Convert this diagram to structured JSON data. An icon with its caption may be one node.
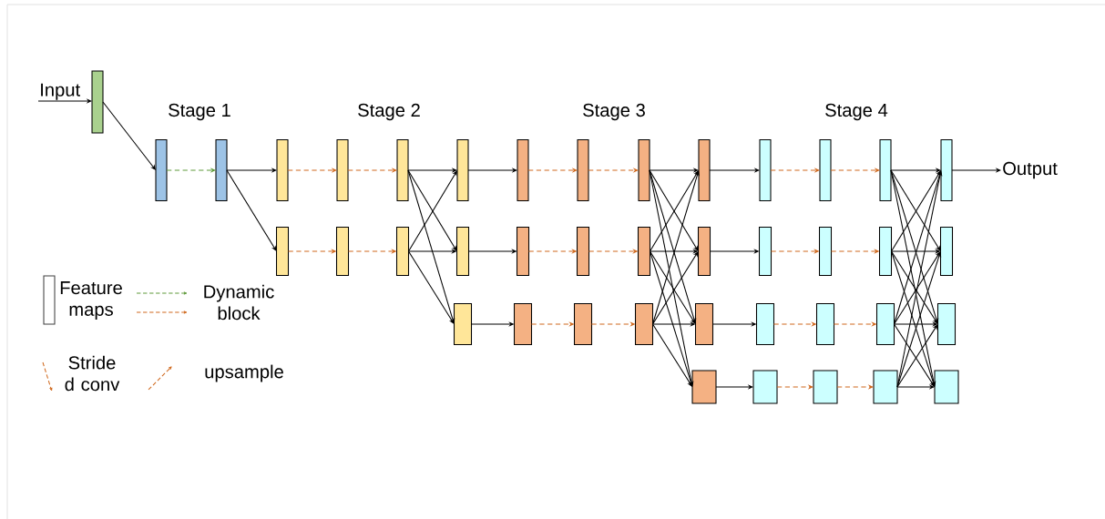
{
  "diagram": {
    "nodes": [
      {
        "text": [
          "Input"
        ]
      },
      {
        "text": [],
        "shape": "bar"
      },
      {
        "text": [],
        "shape": "bar"
      },
      {
        "text": [],
        "shape": "bar"
      },
      {
        "text": [],
        "shape": "bar"
      },
      {
        "text": [],
        "shape": "bar"
      },
      {
        "text": [],
        "shape": "bar"
      },
      {
        "text": [],
        "shape": "bar"
      },
      {
        "text": [],
        "shape": "bar"
      },
      {
        "text": [],
        "shape": "bar"
      },
      {
        "text": [],
        "shape": "bar"
      },
      {
        "text": [],
        "shape": "bar"
      },
      {
        "text": [],
        "shape": "bar"
      },
      {
        "text": [],
        "shape": "bar"
      },
      {
        "text": [],
        "shape": "bar"
      },
      {
        "text": [],
        "shape": "bar"
      },
      {
        "text": [],
        "shape": "bar"
      },
      {
        "text": [],
        "shape": "bar"
      },
      {
        "text": [],
        "shape": "bar"
      },
      {
        "text": [],
        "shape": "bar"
      },
      {
        "text": [],
        "shape": "bar"
      },
      {
        "text": [],
        "shape": "bar"
      },
      {
        "text": [],
        "shape": "bar"
      },
      {
        "text": [],
        "shape": "bar"
      },
      {
        "text": [],
        "shape": "bar"
      },
      {
        "text": [],
        "shape": "bar"
      },
      {
        "text": [],
        "shape": "bar"
      },
      {
        "text": [],
        "shape": "bar"
      },
      {
        "text": [],
        "shape": "bar"
      },
      {
        "text": [],
        "shape": "bar"
      },
      {
        "text": [],
        "shape": "bar"
      },
      {
        "text": [],
        "shape": "bar"
      },
      {
        "text": [],
        "shape": "bar"
      },
      {
        "text": [],
        "shape": "bar"
      },
      {
        "text": [],
        "shape": "bar"
      },
      {
        "text": [],
        "shape": "bar"
      },
      {
        "text": [],
        "shape": "bar"
      },
      {
        "text": [],
        "shape": "bar"
      },
      {
        "text": [],
        "shape": "bar"
      },
      {
        "text": [],
        "shape": "bar"
      },
      {
        "text": [],
        "shape": "bar"
      },
      {
        "text": [],
        "shape": "bar"
      },
      {
        "text": [
          "Output"
        ]
      }
    ],
    "edges": [
      {
        "from": 0,
        "to": 1,
        "arrow": "to"
      },
      {
        "from": 1,
        "to": 2,
        "arrow": "to"
      },
      {
        "from": 2,
        "to": 3,
        "arrow": "to",
        "style": "dashed",
        "color": "#5f9a3a"
      },
      {
        "from": 3,
        "to": 4,
        "arrow": "to"
      },
      {
        "from": 3,
        "to": 5,
        "arrow": "to"
      },
      {
        "from": 4,
        "to": 6,
        "arrow": "to",
        "style": "dashed",
        "color": "#d0691e"
      },
      {
        "from": 6,
        "to": 8,
        "arrow": "to",
        "style": "dashed",
        "color": "#d0691e"
      },
      {
        "from": 5,
        "to": 7,
        "arrow": "to",
        "style": "dashed",
        "color": "#d0691e"
      },
      {
        "from": 7,
        "to": 9,
        "arrow": "to",
        "style": "dashed",
        "color": "#d0691e"
      },
      {
        "from": 8,
        "to": 10,
        "arrow": "to"
      },
      {
        "from": 8,
        "to": 11,
        "arrow": "to"
      },
      {
        "from": 8,
        "to": 12,
        "arrow": "to"
      },
      {
        "from": 9,
        "to": 10,
        "arrow": "to"
      },
      {
        "from": 9,
        "to": 11,
        "arrow": "to"
      },
      {
        "from": 9,
        "to": 12,
        "arrow": "to"
      },
      {
        "from": 10,
        "to": 13,
        "arrow": "to"
      },
      {
        "from": 11,
        "to": 14,
        "arrow": "to"
      },
      {
        "from": 12,
        "to": 15,
        "arrow": "to"
      },
      {
        "from": 13,
        "to": 16,
        "arrow": "to",
        "style": "dashed",
        "color": "#d0691e"
      },
      {
        "from": 16,
        "to": 19,
        "arrow": "to",
        "style": "dashed",
        "color": "#d0691e"
      },
      {
        "from": 14,
        "to": 17,
        "arrow": "to",
        "style": "dashed",
        "color": "#d0691e"
      },
      {
        "from": 17,
        "to": 20,
        "arrow": "to",
        "style": "dashed",
        "color": "#d0691e"
      },
      {
        "from": 15,
        "to": 18,
        "arrow": "to",
        "style": "dashed",
        "color": "#d0691e"
      },
      {
        "from": 18,
        "to": 21,
        "arrow": "to",
        "style": "dashed",
        "color": "#d0691e"
      },
      {
        "from": 19,
        "to": 22,
        "arrow": "to"
      },
      {
        "from": 19,
        "to": 23,
        "arrow": "to"
      },
      {
        "from": 19,
        "to": 24,
        "arrow": "to"
      },
      {
        "from": 19,
        "to": 25,
        "arrow": "to"
      },
      {
        "from": 20,
        "to": 22,
        "arrow": "to"
      },
      {
        "from": 20,
        "to": 23,
        "arrow": "to"
      },
      {
        "from": 20,
        "to": 24,
        "arrow": "to"
      },
      {
        "from": 20,
        "to": 25,
        "arrow": "to"
      },
      {
        "from": 21,
        "to": 22,
        "arrow": "to"
      },
      {
        "from": 21,
        "to": 23,
        "arrow": "to"
      },
      {
        "from": 21,
        "to": 24,
        "arrow": "to"
      },
      {
        "from": 21,
        "to": 25,
        "arrow": "to"
      },
      {
        "from": 22,
        "to": 26,
        "arrow": "to"
      },
      {
        "from": 23,
        "to": 27,
        "arrow": "to"
      },
      {
        "from": 24,
        "to": 28,
        "arrow": "to"
      },
      {
        "from": 25,
        "to": 29,
        "arrow": "to"
      },
      {
        "from": 26,
        "to": 30,
        "arrow": "to",
        "style": "dashed",
        "color": "#d0691e"
      },
      {
        "from": 30,
        "to": 34,
        "arrow": "to",
        "style": "dashed",
        "color": "#d0691e"
      },
      {
        "from": 27,
        "to": 31,
        "arrow": "to",
        "style": "dashed",
        "color": "#d0691e"
      },
      {
        "from": 31,
        "to": 35,
        "arrow": "to",
        "style": "dashed",
        "color": "#d0691e"
      },
      {
        "from": 28,
        "to": 32,
        "arrow": "to",
        "style": "dashed",
        "color": "#d0691e"
      },
      {
        "from": 32,
        "to": 36,
        "arrow": "to",
        "style": "dashed",
        "color": "#d0691e"
      },
      {
        "from": 29,
        "to": 33,
        "arrow": "to",
        "style": "dashed",
        "color": "#d0691e"
      },
      {
        "from": 33,
        "to": 37,
        "arrow": "to",
        "style": "dashed",
        "color": "#d0691e"
      },
      {
        "from": 34,
        "to": 38,
        "arrow": "to"
      },
      {
        "from": 34,
        "to": 39,
        "arrow": "to"
      },
      {
        "from": 34,
        "to": 40,
        "arrow": "to"
      },
      {
        "from": 34,
        "to": 41,
        "arrow": "to"
      },
      {
        "from": 35,
        "to": 38,
        "arrow": "to"
      },
      {
        "from": 35,
        "to": 39,
        "arrow": "to"
      },
      {
        "from": 35,
        "to": 40,
        "arrow": "to"
      },
      {
        "from": 35,
        "to": 41,
        "arrow": "to"
      },
      {
        "from": 36,
        "to": 38,
        "arrow": "to"
      },
      {
        "from": 36,
        "to": 39,
        "arrow": "to"
      },
      {
        "from": 36,
        "to": 40,
        "arrow": "to"
      },
      {
        "from": 36,
        "to": 41,
        "arrow": "to"
      },
      {
        "from": 37,
        "to": 38,
        "arrow": "to"
      },
      {
        "from": 37,
        "to": 39,
        "arrow": "to"
      },
      {
        "from": 37,
        "to": 40,
        "arrow": "to"
      },
      {
        "from": 37,
        "to": 41,
        "arrow": "to"
      },
      {
        "from": 38,
        "to": 42,
        "arrow": "to"
      }
    ],
    "labels": [
      "Stage 1",
      "Stage 2",
      "Stage 3",
      "Stage 4"
    ],
    "legend": [
      {
        "text": "Feature maps"
      },
      {
        "text": "Dynamic block"
      },
      {
        "text": "Stride d conv"
      },
      {
        "text": "upsample"
      }
    ]
  }
}
